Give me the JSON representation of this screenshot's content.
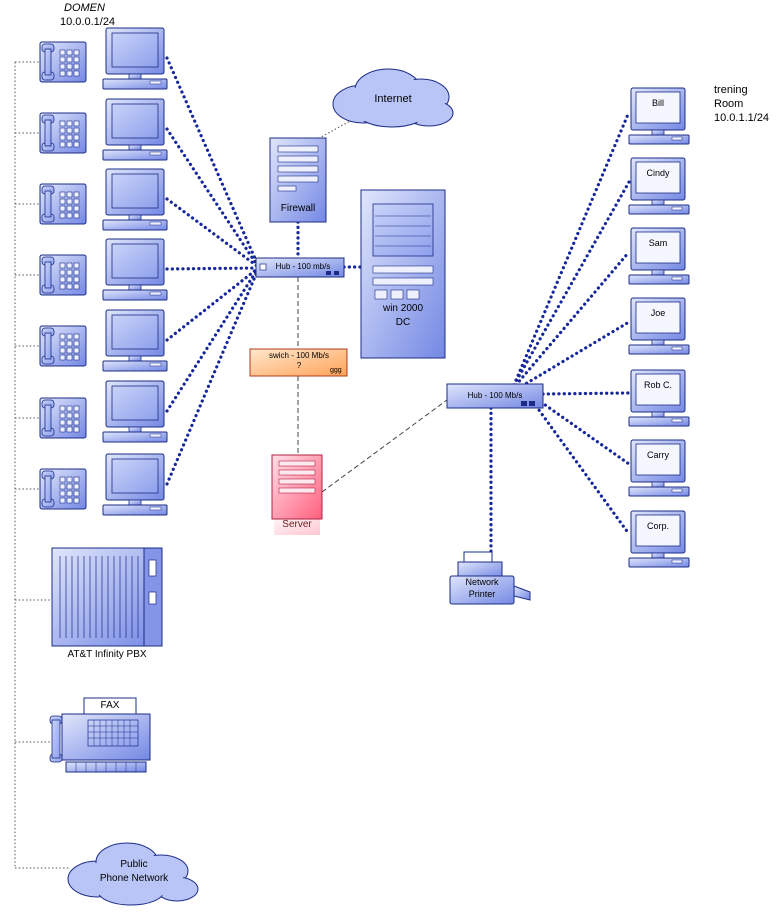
{
  "diagram": {
    "domain": {
      "name": "DOMEN",
      "subnet": "10.0.0.1/24"
    },
    "internet": {
      "label": "Internet"
    },
    "firewall": {
      "label": "Firewall"
    },
    "left_hub": {
      "label": "Hub -  100 mb/s"
    },
    "dc": {
      "line1": "win 2000",
      "line2": "DC"
    },
    "switch": {
      "label": "swich -  100 Mb/s",
      "question": "?",
      "note": "ggg"
    },
    "server": {
      "label": "Server"
    },
    "right_hub": {
      "label": "Hub - 100 Mb/s"
    },
    "trening_room": {
      "line1": "trening",
      "line2": "Room",
      "line3": "10.0.1.1/24"
    },
    "printer": {
      "line1": "Network",
      "line2": "Printer"
    },
    "pbx": {
      "label": "AT&T Infinity PBX"
    },
    "fax": {
      "label": "FAX"
    },
    "phone_cloud": {
      "line1": "Public",
      "line2": "Phone Network"
    },
    "right_computers": [
      {
        "label": "Bill"
      },
      {
        "label": "Cindy"
      },
      {
        "label": "Sam"
      },
      {
        "label": "Joe"
      },
      {
        "label": "Rob C."
      },
      {
        "label": "Carry"
      },
      {
        "label": "Corp."
      }
    ],
    "icon_names": [
      "phone-icon",
      "desktop-computer-icon",
      "internet-cloud-icon",
      "firewall-icon",
      "hub-icon",
      "switch-icon",
      "server-icon",
      "tower-server-icon",
      "printer-icon",
      "pbx-icon",
      "fax-icon",
      "phone-network-cloud-icon"
    ],
    "colors": {
      "link_blue": "#16279b",
      "border_navy": "#1c2c86",
      "node_blue": "#aebcf0",
      "server_pink": "#ff5f7d",
      "switch_orange": "#ffa257"
    }
  }
}
